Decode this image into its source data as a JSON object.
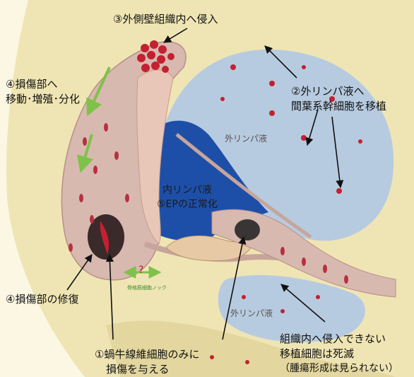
{
  "labels": {
    "top_invasion": "③外側壁組織内へ侵入",
    "migration_l1": "④損傷部へ",
    "migration_l2": "移動･増殖･分化",
    "transplant_l1": "②外リンパ液へ",
    "transplant_l2": "間葉系幹細胞を移植",
    "repair": "④損傷部の修復",
    "damage_l1": "①蝸牛線維細胞のみに",
    "damage_l2": "損傷を与える",
    "death_l1": "組織内へ侵入できない",
    "death_l2": "移植細胞は死滅",
    "death_l3": "（腫瘍形成は見られない）"
  },
  "inner_text": {
    "perilymph_upper": "外リンパ液",
    "perilymph_lower": "外リンパ液",
    "endolymph": "内リンパ液",
    "ep_normal": "⑤EPの正常化",
    "small_caption": "骨格筋細胞ノック"
  },
  "colors": {
    "background": "#fbf7e3",
    "bone": "#efe5b4",
    "perilymph": "#b7cbe0",
    "endolymph": "#1e4fa8",
    "tissue": "#d7b9b0",
    "cell_red": "#c42030",
    "arrow": "#111111",
    "green_arrow": "#7fc24a"
  }
}
